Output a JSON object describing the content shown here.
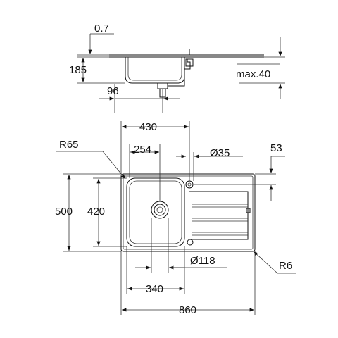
{
  "dimensions": {
    "thickness": "0.7",
    "bowl_depth": "185",
    "overflow_max": "max.40",
    "waste_offset": "96",
    "tap_offset": "430",
    "bowl_center": "254",
    "tap_hole": "Ø35",
    "edge_to_tap": "53",
    "corner_radius": "R65",
    "sink_depth": "500",
    "bowl_depth_top": "420",
    "waste_dia": "Ø118",
    "outer_radius": "R6",
    "bowl_width": "340",
    "sink_width": "860"
  },
  "colors": {
    "line": "#111111",
    "background": "#ffffff"
  }
}
